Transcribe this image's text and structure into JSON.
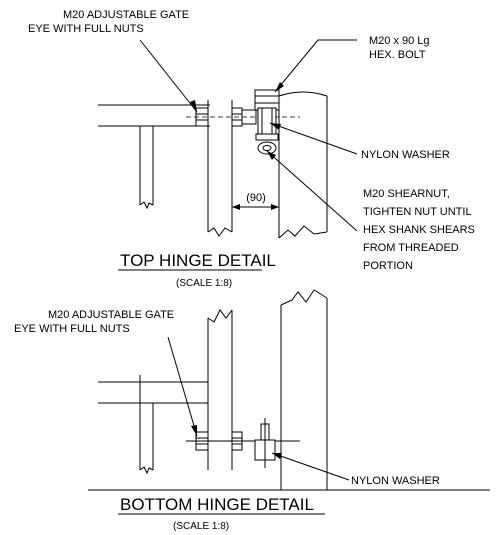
{
  "top": {
    "eye_label": [
      "M20 ADJUSTABLE GATE",
      "EYE WITH FULL NUTS"
    ],
    "bolt_label": [
      "M20 x 90 Lg",
      "HEX. BOLT"
    ],
    "washer_label": "NYLON WASHER",
    "shearnut_label": [
      "M20 SHEARNUT,",
      "TIGHTEN NUT UNTIL",
      "HEX SHANK SHEARS",
      "FROM THREADED",
      "PORTION"
    ],
    "dimension": "(90)",
    "title": "TOP HINGE DETAIL",
    "scale": "(SCALE 1:8)"
  },
  "bottom": {
    "eye_label": [
      "M20 ADJUSTABLE GATE",
      "EYE WITH FULL NUTS"
    ],
    "washer_label": "NYLON WASHER",
    "title": "BOTTOM HINGE DETAIL",
    "scale": "(SCALE 1:8)"
  }
}
